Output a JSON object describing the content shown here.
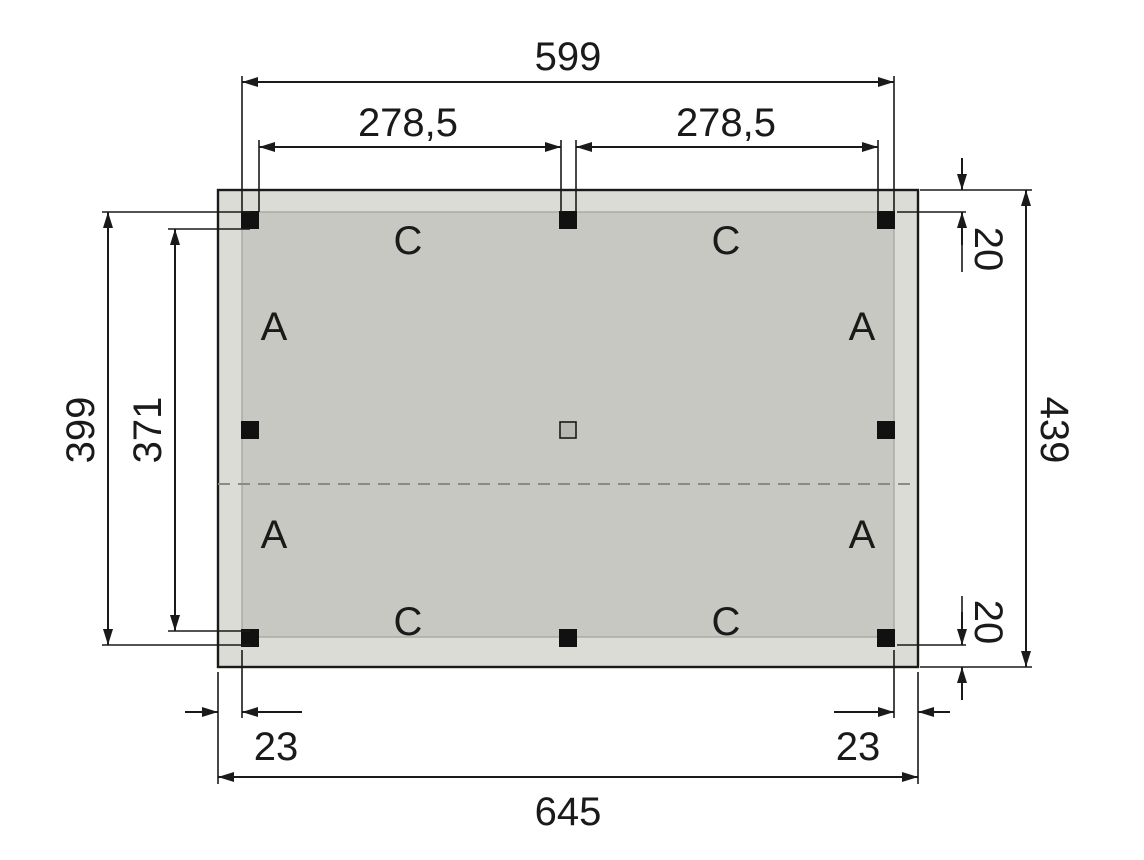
{
  "dimensions": {
    "post_span_width": "599",
    "bay_left": "278,5",
    "bay_right": "278,5",
    "post_span_depth_outer": "399",
    "post_span_depth_inner": "371",
    "overall_depth": "439",
    "overhang_top": "20",
    "overhang_bottom": "20",
    "overhang_left": "23",
    "overhang_right": "23",
    "overall_width": "645"
  },
  "zones": {
    "top_left": "C",
    "top_right": "C",
    "left_upper": "A",
    "right_upper": "A",
    "left_lower": "A",
    "right_lower": "A",
    "bottom_left": "C",
    "bottom_right": "C"
  },
  "colors": {
    "roof_overhang": "#dcdcd6",
    "roof_inner": "#c8c8c2",
    "post": "#111111",
    "center_post": "#b8b8b2",
    "line": "#1a1a1a",
    "ridge": "#8a8a8a"
  }
}
